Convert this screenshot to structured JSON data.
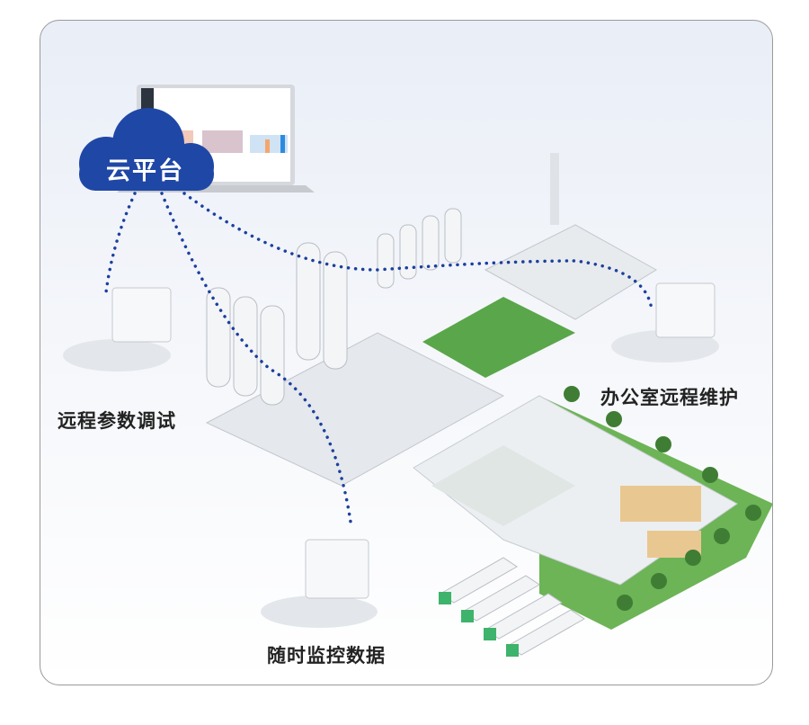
{
  "cloud": {
    "label": "云平台",
    "color": "#1f47a6"
  },
  "labels": {
    "remote_param": "远程参数调试",
    "office_remote": "办公室远程维护",
    "monitor_data": "随时监控数据"
  },
  "colors": {
    "dots": "#1c3f9e",
    "grass": "#5aa64a",
    "building": "#e6e9ec",
    "accent_green": "#3db36b"
  }
}
